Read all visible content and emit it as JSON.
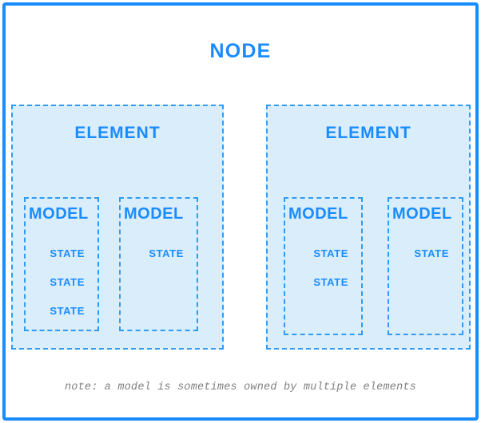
{
  "diagram": {
    "node": {
      "title": "NODE",
      "border_color": "#1a8cff",
      "background": "#ffffff"
    },
    "note": "note: a model is sometimes owned by multiple elements",
    "colors": {
      "accent_blue": "#1a8cff",
      "dashed_border": "#2f9bf5",
      "element_fill": "#daedfb",
      "note_gray": "#808080"
    },
    "elements": [
      {
        "title": "ELEMENT",
        "models": [
          {
            "title": "MODEL",
            "states": [
              "STATE",
              "STATE",
              "STATE"
            ]
          },
          {
            "title": "MODEL",
            "states": [
              "STATE"
            ]
          }
        ]
      },
      {
        "title": "ELEMENT",
        "models": [
          {
            "title": "MODEL",
            "states": [
              "STATE",
              "STATE"
            ]
          },
          {
            "title": "MODEL",
            "states": [
              "STATE"
            ]
          }
        ]
      }
    ]
  }
}
